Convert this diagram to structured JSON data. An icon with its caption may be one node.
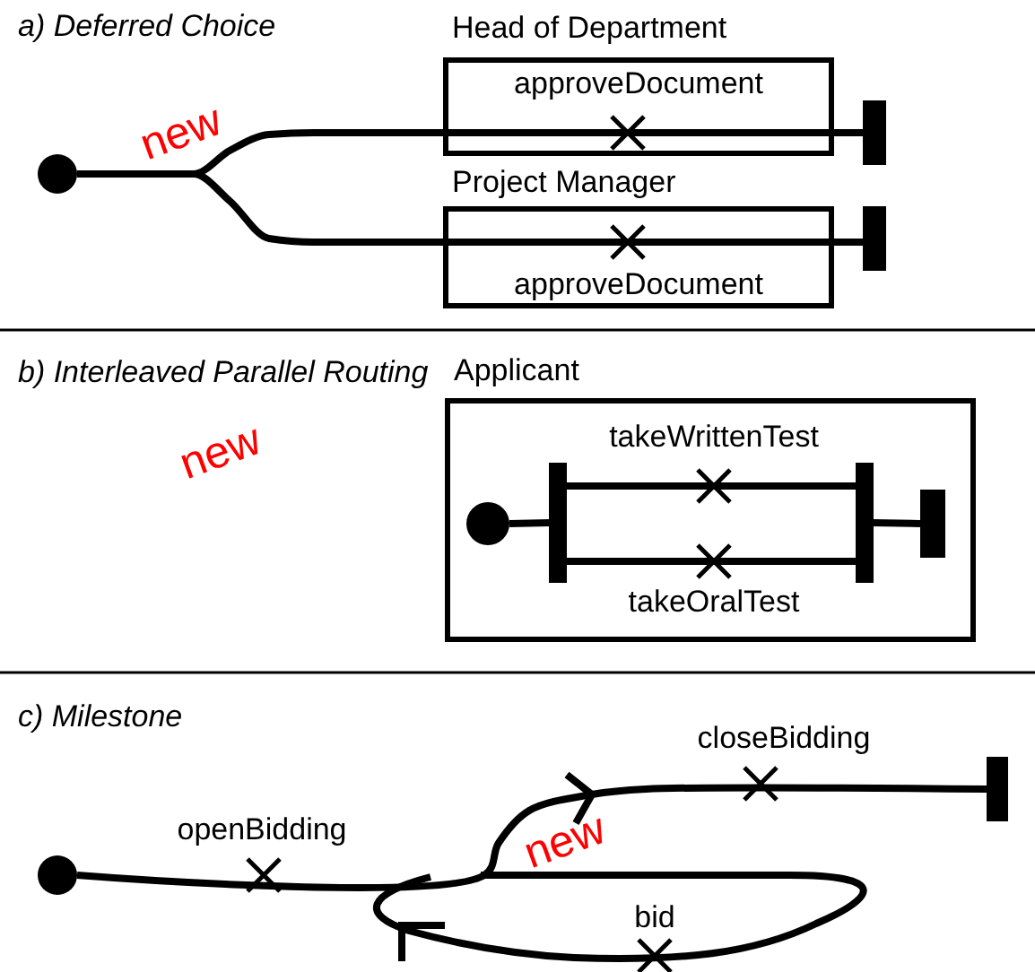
{
  "diagram": {
    "nodes": [
      {
        "text": [],
        "shape": "circle"
      },
      {
        "text": [
          "Head of Department",
          "approveDocument"
        ]
      },
      {
        "text": [
          "Project Manager",
          "approveDocument"
        ]
      },
      {
        "text": [],
        "shape": "bar"
      },
      {
        "text": [],
        "shape": "bar"
      },
      {
        "text": [
          "Applicant"
        ]
      },
      {
        "text": [],
        "shape": "circle",
        "in": 5
      },
      {
        "text": [],
        "shape": "bar",
        "in": 5
      },
      {
        "text": [],
        "shape": "bar",
        "in": 5
      },
      {
        "text": [],
        "shape": "bar",
        "in": 5
      },
      {
        "text": [],
        "shape": "circle"
      },
      {
        "text": [],
        "shape": "bar"
      }
    ],
    "edges": [
      {
        "from": 0,
        "to": 1,
        "arrow": "none"
      },
      {
        "from": 1,
        "to": 3,
        "arrow": "none"
      },
      {
        "from": 0,
        "to": 2,
        "arrow": "none"
      },
      {
        "from": 2,
        "to": 4,
        "arrow": "none"
      },
      {
        "from": 6,
        "to": 7,
        "arrow": "none"
      },
      {
        "from": 7,
        "to": 8,
        "arrow": "none",
        "label": "takeWrittenTest"
      },
      {
        "from": 7,
        "to": 8,
        "arrow": "none",
        "label": "takeOralTest"
      },
      {
        "from": 8,
        "to": 9,
        "arrow": "none"
      },
      {
        "from": 10,
        "to": 11,
        "arrow": "to"
      }
    ],
    "labels": [
      "a) Deferred Choice",
      "new",
      "b) Interleaved Parallel Routing",
      "new",
      "c) Milestone",
      "closeBidding",
      "openBidding",
      "new",
      "bid"
    ]
  }
}
